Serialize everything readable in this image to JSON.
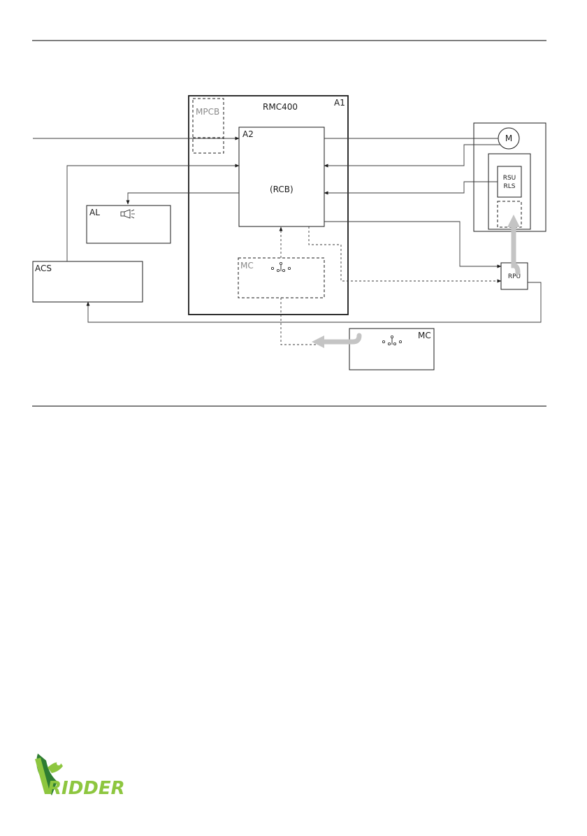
{
  "diagram": {
    "a1_label": "A1",
    "rmc_label": "RMC400",
    "mpcb_label": "MPCB",
    "a2_label": "A2",
    "rcb_label": "(RCB)",
    "mc_inner_label": "MC",
    "mc_outer_label": "MC",
    "al_label": "AL",
    "acs_label": "ACS",
    "motor_label": "M",
    "rsu_label": "RSU",
    "rls_label": "RLS",
    "rpu_label": "RPU"
  },
  "logo": {
    "text": "RIDDER",
    "color": "#8dc63f",
    "dark_color": "#2e7d32"
  }
}
